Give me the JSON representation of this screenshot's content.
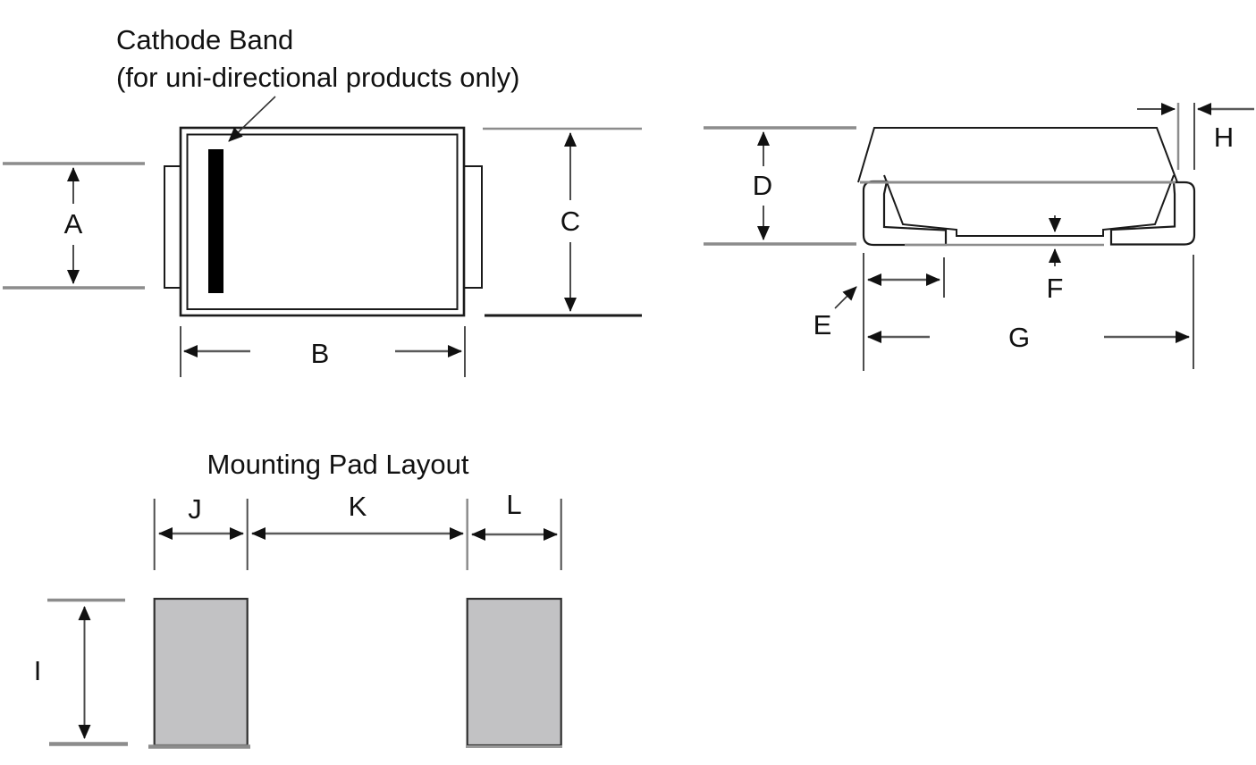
{
  "figure": {
    "annotation": {
      "line1": "Cathode Band",
      "line2": "(for uni-directional products only)"
    },
    "top_view": {
      "dims": {
        "a": "A",
        "b": "B",
        "c": "C"
      }
    },
    "side_view": {
      "dims": {
        "d": "D",
        "e": "E",
        "f": "F",
        "g": "G",
        "h": "H"
      }
    },
    "pad_layout": {
      "title": "Mounting Pad Layout",
      "dims": {
        "i": "I",
        "j": "J",
        "k": "K",
        "l": "L"
      }
    }
  },
  "colors": {
    "line": "#1a1a1a",
    "reference_line": "#8c8c8c",
    "pad_fill": "#c2c2c4",
    "background": "#ffffff"
  }
}
